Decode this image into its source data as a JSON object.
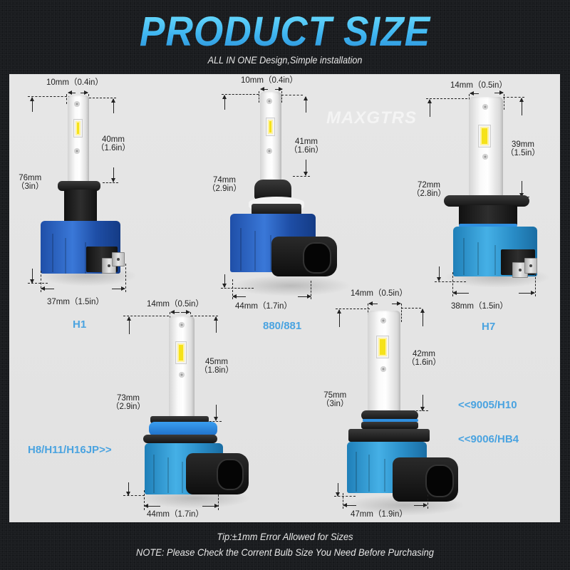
{
  "header": {
    "title": "PRODUCT SIZE",
    "subtitle": "ALL IN ONE Design,Simple installation"
  },
  "watermark": "MAXGTRS",
  "colors": {
    "title_blue": "#4fc3f7",
    "model_label_blue": "#4aa3e0",
    "panel_bg": "#e4e4e4",
    "page_bg": "#1a1c1f",
    "heatsink_dark_blue": "#2f66c8",
    "heatsink_light_blue": "#3aa4dc",
    "led_chip_yellow": "#f5e21a"
  },
  "bulbs": [
    {
      "model": "H1",
      "width_top": "10mm（0.4in）",
      "led_height": [
        "40mm",
        "（1.6in）"
      ],
      "total_height": [
        "76mm",
        "（3in）"
      ],
      "base_width": "37mm（1.5in）"
    },
    {
      "model": "880/881",
      "width_top": "10mm（0.4in）",
      "led_height": [
        "41mm",
        "（1.6in）"
      ],
      "total_height": [
        "74mm",
        "（2.9in）"
      ],
      "base_width": "44mm（1.7in）"
    },
    {
      "model": "H7",
      "width_top": "14mm（0.5in）",
      "led_height": [
        "39mm",
        "（1.5in）"
      ],
      "total_height": [
        "72mm",
        "（2.8in）"
      ],
      "base_width": "38mm（1.5in）"
    },
    {
      "model": "H8/H11/H16JP>>",
      "width_top": "14mm（0.5in）",
      "led_height": [
        "45mm",
        "（1.8in）"
      ],
      "total_height": [
        "73mm",
        "（2.9in）"
      ],
      "base_width": "44mm（1.7in）"
    },
    {
      "model_a": "<<9005/H10",
      "model_b": "<<9006/HB4",
      "width_top": "14mm（0.5in）",
      "led_height": [
        "42mm",
        "（1.6in）"
      ],
      "total_height": [
        "75mm",
        "（3in）"
      ],
      "base_width": "47mm（1.9in）"
    }
  ],
  "footer": {
    "tip": "Tip:±1mm Error Allowed for Sizes",
    "note": "NOTE: Please Check the Corrent Bulb Size You Need Before Purchasing"
  }
}
